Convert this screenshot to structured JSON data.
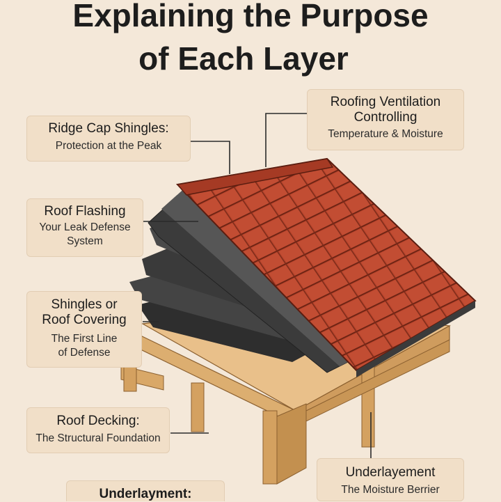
{
  "title": {
    "line1": "Explaining the Purpose",
    "line2": "of Each Layer"
  },
  "callouts": {
    "ridge_cap": {
      "heading": "Ridge Cap Shingles:",
      "sub": "Protection at the Peak"
    },
    "ventilation": {
      "heading1": "Roofing Ventilation",
      "heading2": "Controlling",
      "sub": "Temperature & Moisture"
    },
    "flashing": {
      "heading": "Roof Flashing",
      "sub1": "Your Leak Defense",
      "sub2": "System"
    },
    "shingles": {
      "heading1": "Shingles or",
      "heading2": "Roof Covering",
      "sub1": "The First Line",
      "sub2": "of Defense"
    },
    "decking": {
      "heading": "Roof Decking:",
      "sub": "The Structural Foundation"
    },
    "underlayement": {
      "heading": "Underlayement",
      "sub": "The Moisture Berrier"
    },
    "underlayment": {
      "heading": "Underlayment:"
    }
  },
  "colors": {
    "background": "#f4e8d9",
    "callout_fill": "#f1dfc8",
    "shingle_red": "#b8432b",
    "membrane_dark": "#3b3b3b",
    "wood": "#e2b77a"
  }
}
